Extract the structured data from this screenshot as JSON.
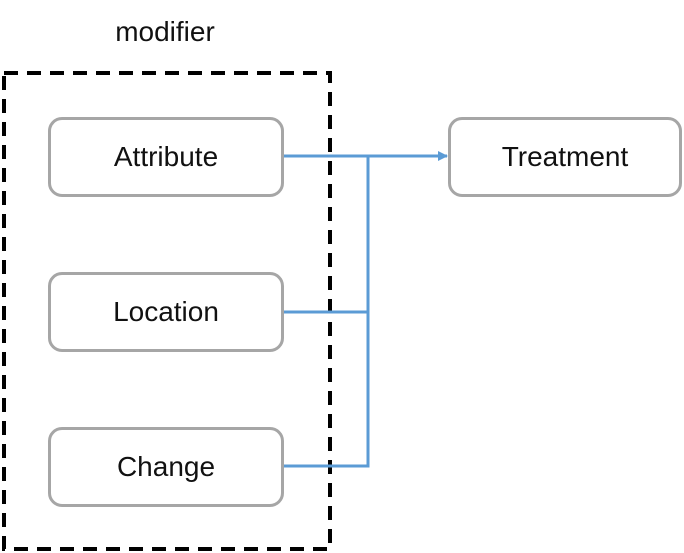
{
  "group": {
    "label": "modifier"
  },
  "nodes": {
    "attribute": "Attribute",
    "location": "Location",
    "change": "Change",
    "treatment": "Treatment"
  },
  "colors": {
    "connector": "#5b9bd5",
    "node_border": "#a6a6a6",
    "group_border": "#000000",
    "text": "#111111"
  }
}
